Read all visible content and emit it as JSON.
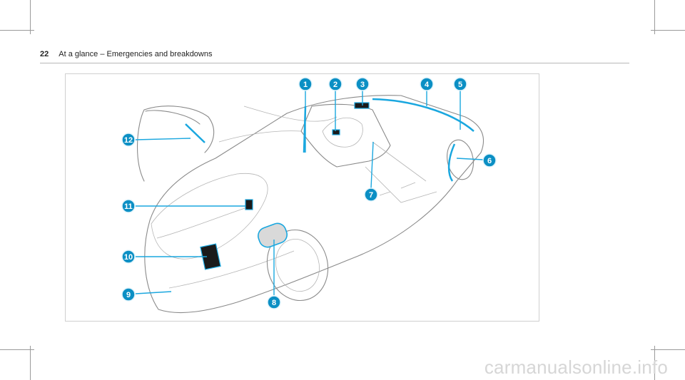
{
  "header": {
    "page_number": "22",
    "section_title": "At a glance – Emergencies and breakdowns"
  },
  "figure": {
    "callouts": [
      "1",
      "2",
      "3",
      "4",
      "5",
      "6",
      "7",
      "8",
      "9",
      "10",
      "11",
      "12"
    ]
  },
  "watermark": "carmanualsonline.info",
  "colors": {
    "callout_fill": "#0b8fc4",
    "leader_line": "#1aa7df",
    "car_outline": "#8a8a8a"
  }
}
